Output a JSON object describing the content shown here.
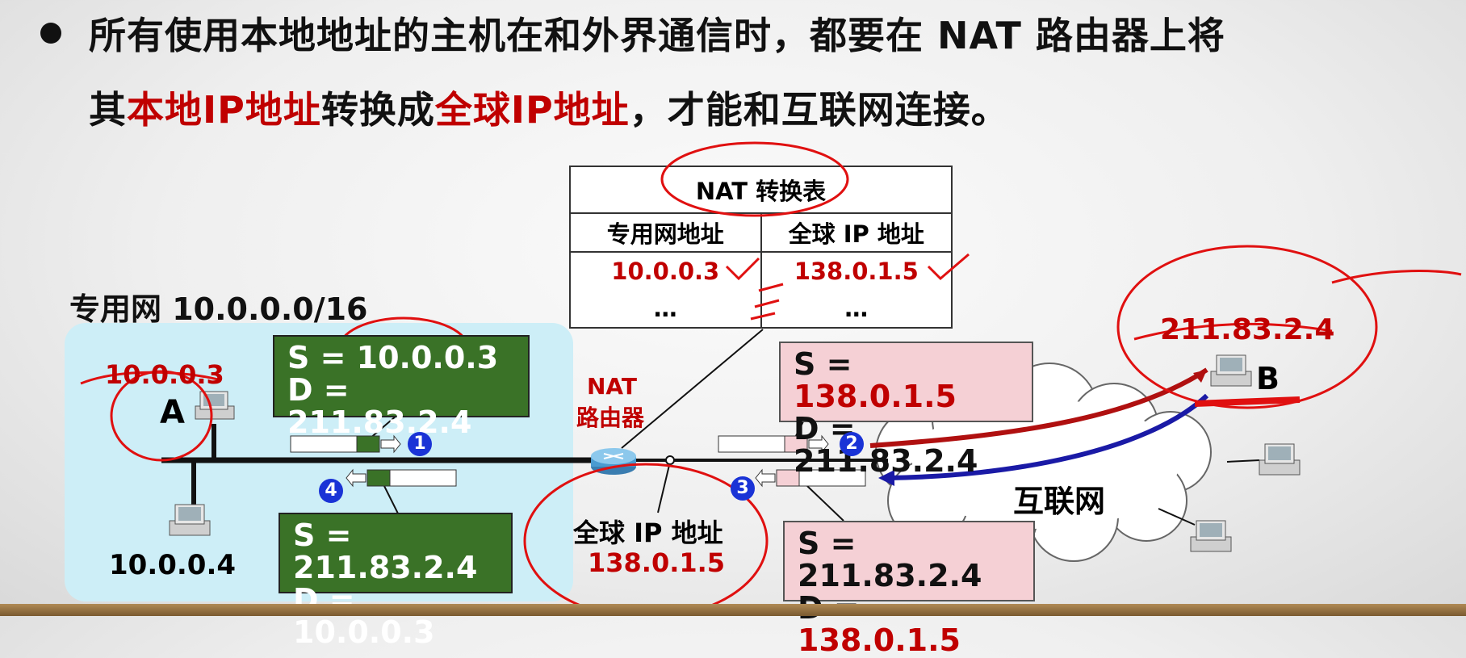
{
  "heading": {
    "line1": "所有使用本地地址的主机在和外界通信时，都要在 NAT 路由器上将",
    "line2_pre": "其",
    "line2_red1": "本地IP地址",
    "line2_mid": "转换成",
    "line2_red2": "全球IP地址",
    "line2_post": "，才能和互联网连接。"
  },
  "nat_table": {
    "title": "NAT 转换表",
    "col1": "专用网地址",
    "col2": "全球 IP 地址",
    "row1": [
      "10.0.0.3",
      "138.0.1.5"
    ],
    "row2": [
      "…",
      "…"
    ]
  },
  "private_net": {
    "label": "专用网 10.0.0.0/16",
    "host_a_ip": "10.0.0.3",
    "host_a_name": "A",
    "host2_ip": "10.0.0.4"
  },
  "packets": {
    "p1": {
      "s": "S = 10.0.0.3",
      "d": "D = 211.83.2.4"
    },
    "p2": {
      "s_label": "S = ",
      "s_val": "138.0.1.5",
      "d": "D = 211.83.2.4"
    },
    "p3": {
      "s": "S = 211.83.2.4",
      "d_label": "D = ",
      "d_val": "138.0.1.5"
    },
    "p4": {
      "s": "S = 211.83.2.4",
      "d": "D = 10.0.0.3"
    }
  },
  "router": {
    "label1": "NAT",
    "label2": "路由器",
    "global_label": "全球 IP 地址",
    "global_ip": "138.0.1.5"
  },
  "internet": {
    "label": "互联网",
    "host_b_ip": "211.83.2.4",
    "host_b_name": "B"
  },
  "steps": [
    "1",
    "2",
    "3",
    "4"
  ],
  "colors": {
    "accent_red": "#c00000",
    "green_box": "#3a7227",
    "pink_box": "#f5d0d5",
    "lan_bg": "#cdeef7",
    "step_blue": "#1a33d6"
  }
}
